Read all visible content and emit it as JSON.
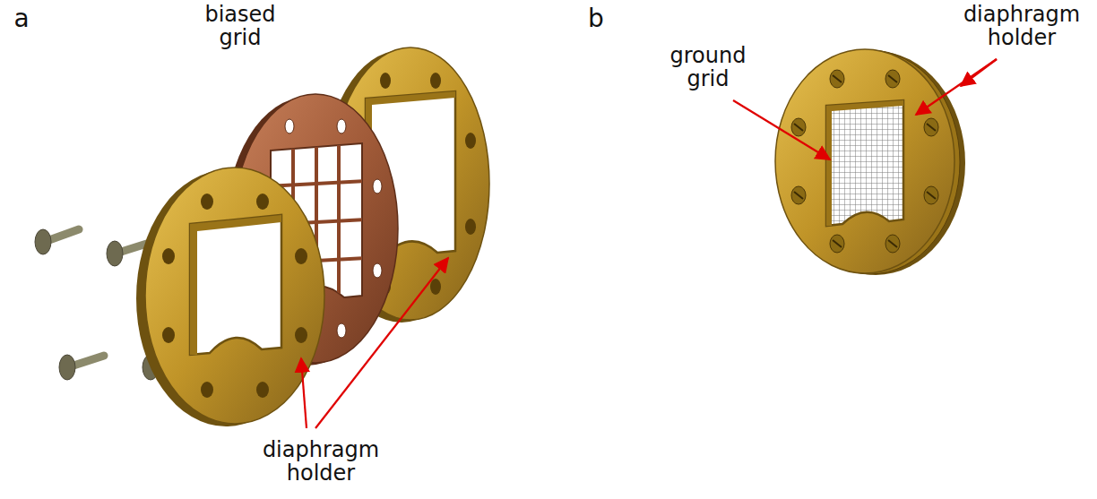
{
  "diagram": {
    "labels": [
      "a",
      "biased grid",
      "diaphragm holder",
      "b",
      "ground grid",
      "diaphragm holder"
    ]
  }
}
